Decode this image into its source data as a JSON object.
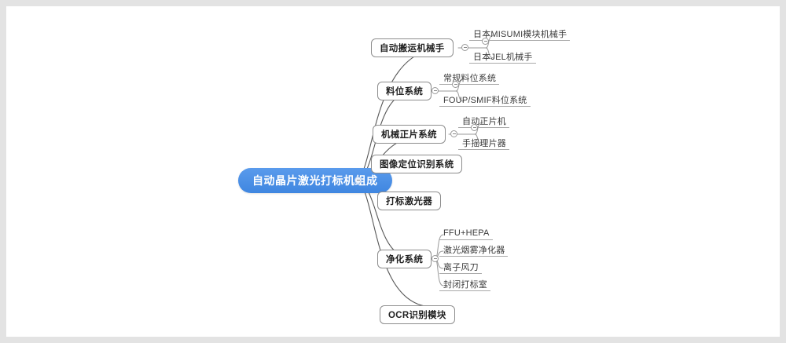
{
  "canvas": {
    "background": "#ffffff",
    "frame_color": "#e3e3e3",
    "accent_color": "#4a90e2",
    "node_border_color": "#8d8d8d",
    "edge_color": "#575757"
  },
  "mindmap": {
    "root": {
      "label": "自动晶片激光打标机组成",
      "toggle_icon": "collapse-toggle-icon"
    },
    "branches": [
      {
        "label": "自动搬运机械手",
        "toggle_icon": "collapse-toggle-icon",
        "children": [
          {
            "label": "日本MISUMI模块机械手"
          },
          {
            "label": "日本JEL机械手"
          }
        ]
      },
      {
        "label": "料位系统",
        "toggle_icon": "collapse-toggle-icon",
        "children": [
          {
            "label": "常规料位系统"
          },
          {
            "label": "FOUP/SMIF料位系统"
          }
        ]
      },
      {
        "label": "机械正片系统",
        "toggle_icon": "collapse-toggle-icon",
        "children": [
          {
            "label": "自动正片机"
          },
          {
            "label": "手摇理片器"
          }
        ]
      },
      {
        "label": "图像定位识别系统",
        "children": []
      },
      {
        "label": "打标激光器",
        "children": []
      },
      {
        "label": "净化系统",
        "toggle_icon": "collapse-toggle-icon",
        "children": [
          {
            "label": "FFU+HEPA"
          },
          {
            "label": "激光烟雾净化器"
          },
          {
            "label": "离子风刀"
          },
          {
            "label": "封闭打标室"
          }
        ]
      },
      {
        "label": "OCR识别模块",
        "children": []
      }
    ]
  }
}
